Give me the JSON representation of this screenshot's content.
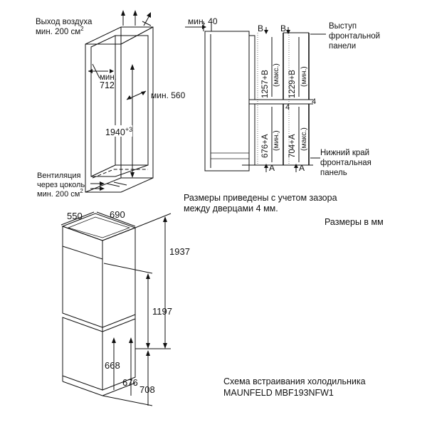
{
  "top_left": {
    "air_outlet_line1": "Выход воздуха",
    "air_outlet_line2": "мин. 200 см",
    "air_outlet_sup": "2",
    "min_label": "мин.",
    "width_712": "712",
    "depth_min_560": "мин. 560",
    "height_1940": "1940",
    "height_sup": "+3",
    "vent_line1": "Вентиляция",
    "vent_line2": "через цоколь",
    "vent_line3": "мин. 200 см",
    "vent_sup": "2"
  },
  "top_right": {
    "min_40": "мин. 40",
    "label_b1": "B",
    "label_b2": "B",
    "label_a1": "A",
    "label_a2": "A",
    "dim_1257": "1257+B",
    "dim_1257_note": "(макс.)",
    "dim_1229": "1229+B",
    "dim_1229_note": "(мин.)",
    "dim_676": "676+A",
    "dim_676_note": "(мин.)",
    "dim_704": "704+A",
    "dim_704_note": "(макс.)",
    "gap_4a": "4",
    "gap_4b": "4",
    "proj_line1": "Выступ",
    "proj_line2": "фронтальной",
    "proj_line3": "панели",
    "bottom_line1": "Нижний край",
    "bottom_line2": "фронтальная",
    "bottom_line3": "панель"
  },
  "notes": {
    "dims_line1": "Размеры приведены с учетом зазора",
    "dims_line2": "между дверцами 4 мм.",
    "units": "Размеры в мм"
  },
  "bottom_left": {
    "w_550": "550",
    "w_690": "690",
    "h_1937": "1937",
    "h_1197": "1197",
    "h_668": "668",
    "h_676": "676",
    "h_708": "708"
  },
  "caption": {
    "line1": "Схема встраивания холодильника",
    "line2": "MAUNFELD MBF193NFW1"
  }
}
